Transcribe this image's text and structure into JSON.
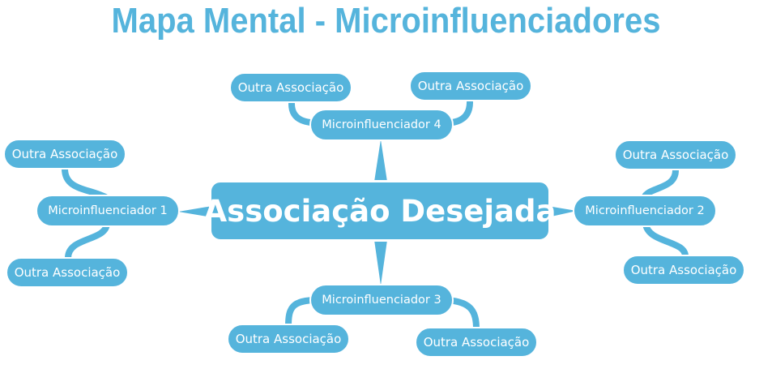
{
  "title": "Mapa Mental - Microinfluenciadores",
  "colors": {
    "node": "#55b4dc",
    "title": "#55b4dc",
    "text": "#ffffff"
  },
  "center": {
    "label": "Associação Desejada"
  },
  "branches": [
    {
      "label": "Microinfluenciador 1",
      "associations": [
        "Outra Associação",
        "Outra Associação"
      ]
    },
    {
      "label": "Microinfluenciador 2",
      "associations": [
        "Outra Associação",
        "Outra Associação"
      ]
    },
    {
      "label": "Microinfluenciador 3",
      "associations": [
        "Outra Associação",
        "Outra Associação"
      ]
    },
    {
      "label": "Microinfluenciador 4",
      "associations": [
        "Outra Associação",
        "Outra Associação"
      ]
    }
  ]
}
